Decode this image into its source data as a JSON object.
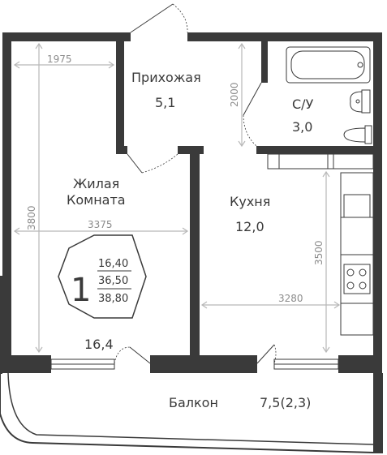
{
  "rooms": {
    "hallway": {
      "name": "Прихожая",
      "area": "5,1"
    },
    "bathroom": {
      "name": "С/У",
      "area": "3,0"
    },
    "living": {
      "name_line1": "Жилая",
      "name_line2": "Комната",
      "area": "16,4"
    },
    "kitchen": {
      "name": "Кухня",
      "area": "12,0"
    },
    "balcony": {
      "name": "Балкон",
      "area": "7,5(2,3)"
    }
  },
  "dimensions": {
    "living_width_top": "1975",
    "living_height": "3800",
    "living_width": "3375",
    "hallway_height": "2000",
    "kitchen_height": "3500",
    "kitchen_width": "3280"
  },
  "badge": {
    "rooms_count": "1",
    "living_area": "16,40",
    "total_area": "36,50",
    "total_with_balcony": "38,80"
  },
  "colors": {
    "wall": "#3a3a3a",
    "dimension_line": "#b8b8b8",
    "dimension_text": "#8c8c8c"
  }
}
